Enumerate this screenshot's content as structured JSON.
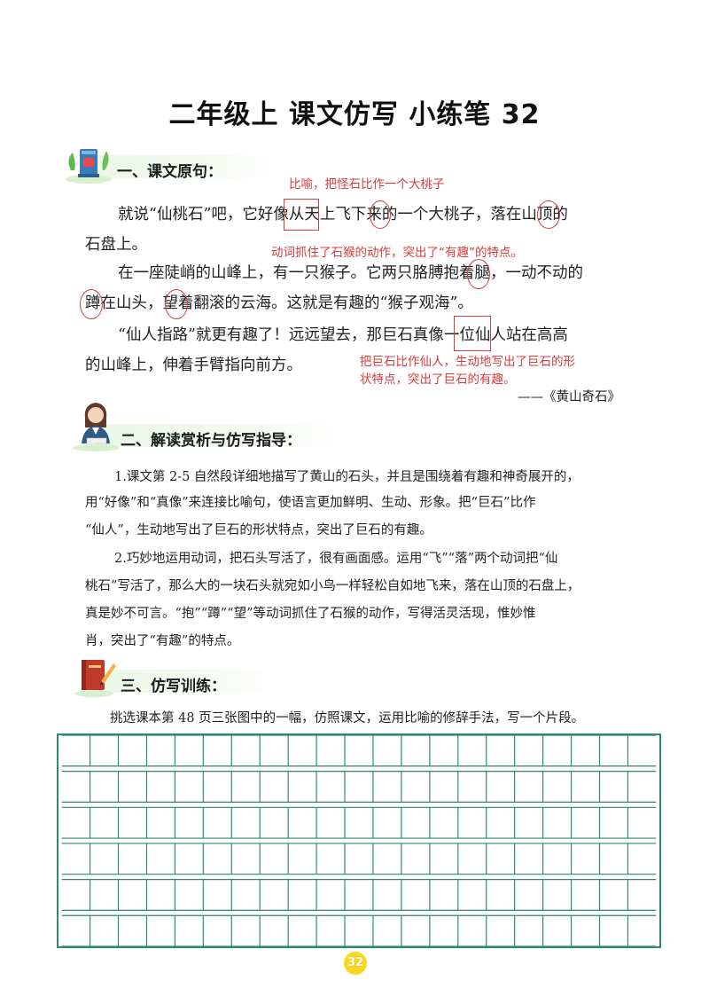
{
  "title": "二年级上 课文仿写 小练笔 32",
  "section1": {
    "heading": "一、课文原句：",
    "line1": "就说“仙桃石”吧，它好像从天上飞下来的一个大桃子，落在山顶的",
    "line2": "石盘上。",
    "line3": "在一座陡峭的山峰上，有一只猴子。它两只胳膊抱着腿，一动不动的",
    "line4": "蹲在山头，望着翻滚的云海。这就是有趣的“猴子观海”。",
    "line5": "“仙人指路”就更有趣了！远远望去，那巨石真像一位仙人站在高高",
    "line6": "的山峰上，伸着手臂指向前方。",
    "source": "——《黄山奇石》",
    "note1": "比喻，把怪石比作一个大桃子",
    "note2": "动词抓住了石猴的动作，突出了“有趣”的特点。",
    "note3a": "把巨石比作仙人，生动地写出了巨石的形",
    "note3b": "状特点，突出了巨石的有趣。"
  },
  "section2": {
    "heading": "二、解读赏析与仿写指导：",
    "p1_l1": "1.课文第 2-5 自然段详细地描写了黄山的石头，并且是围绕着有趣和神奇展开的，",
    "p1_l2": "用“好像”和“真像”来连接比喻句，使语言更加鲜明、生动、形象。把“巨石”比作",
    "p1_l3": "“仙人”，生动地写出了巨石的形状特点，突出了巨石的有趣。",
    "p2_l1": "2.巧妙地运用动词，把石头写活了，很有画面感。运用“飞”“落”两个动词把“仙",
    "p2_l2": "桃石”写活了，那么大的一块石头就宛如小鸟一样轻松自如地飞来，落在山顶的石盘上，",
    "p2_l3": "真是妙不可言。“抱”“蹲”“望”等动词抓住了石猴的动作，写得活灵活现，惟妙惟",
    "p2_l4": "肖，突出了“有趣”的特点。"
  },
  "section3": {
    "heading": "三、仿写训练：",
    "instruction": "挑选课本第 48 页三张图中的一幅，仿照课文，运用比喻的修辞手法，写一个片段。"
  },
  "page_number": "32",
  "colors": {
    "accent_red": "#d23b3b",
    "grid_green": "#2f8a6a",
    "section_bg": "#e9f7e4",
    "page_badge": "#f7d81e"
  },
  "icons": [
    "book-plant-icon",
    "teacher-icon",
    "red-book-pencil-icon"
  ]
}
